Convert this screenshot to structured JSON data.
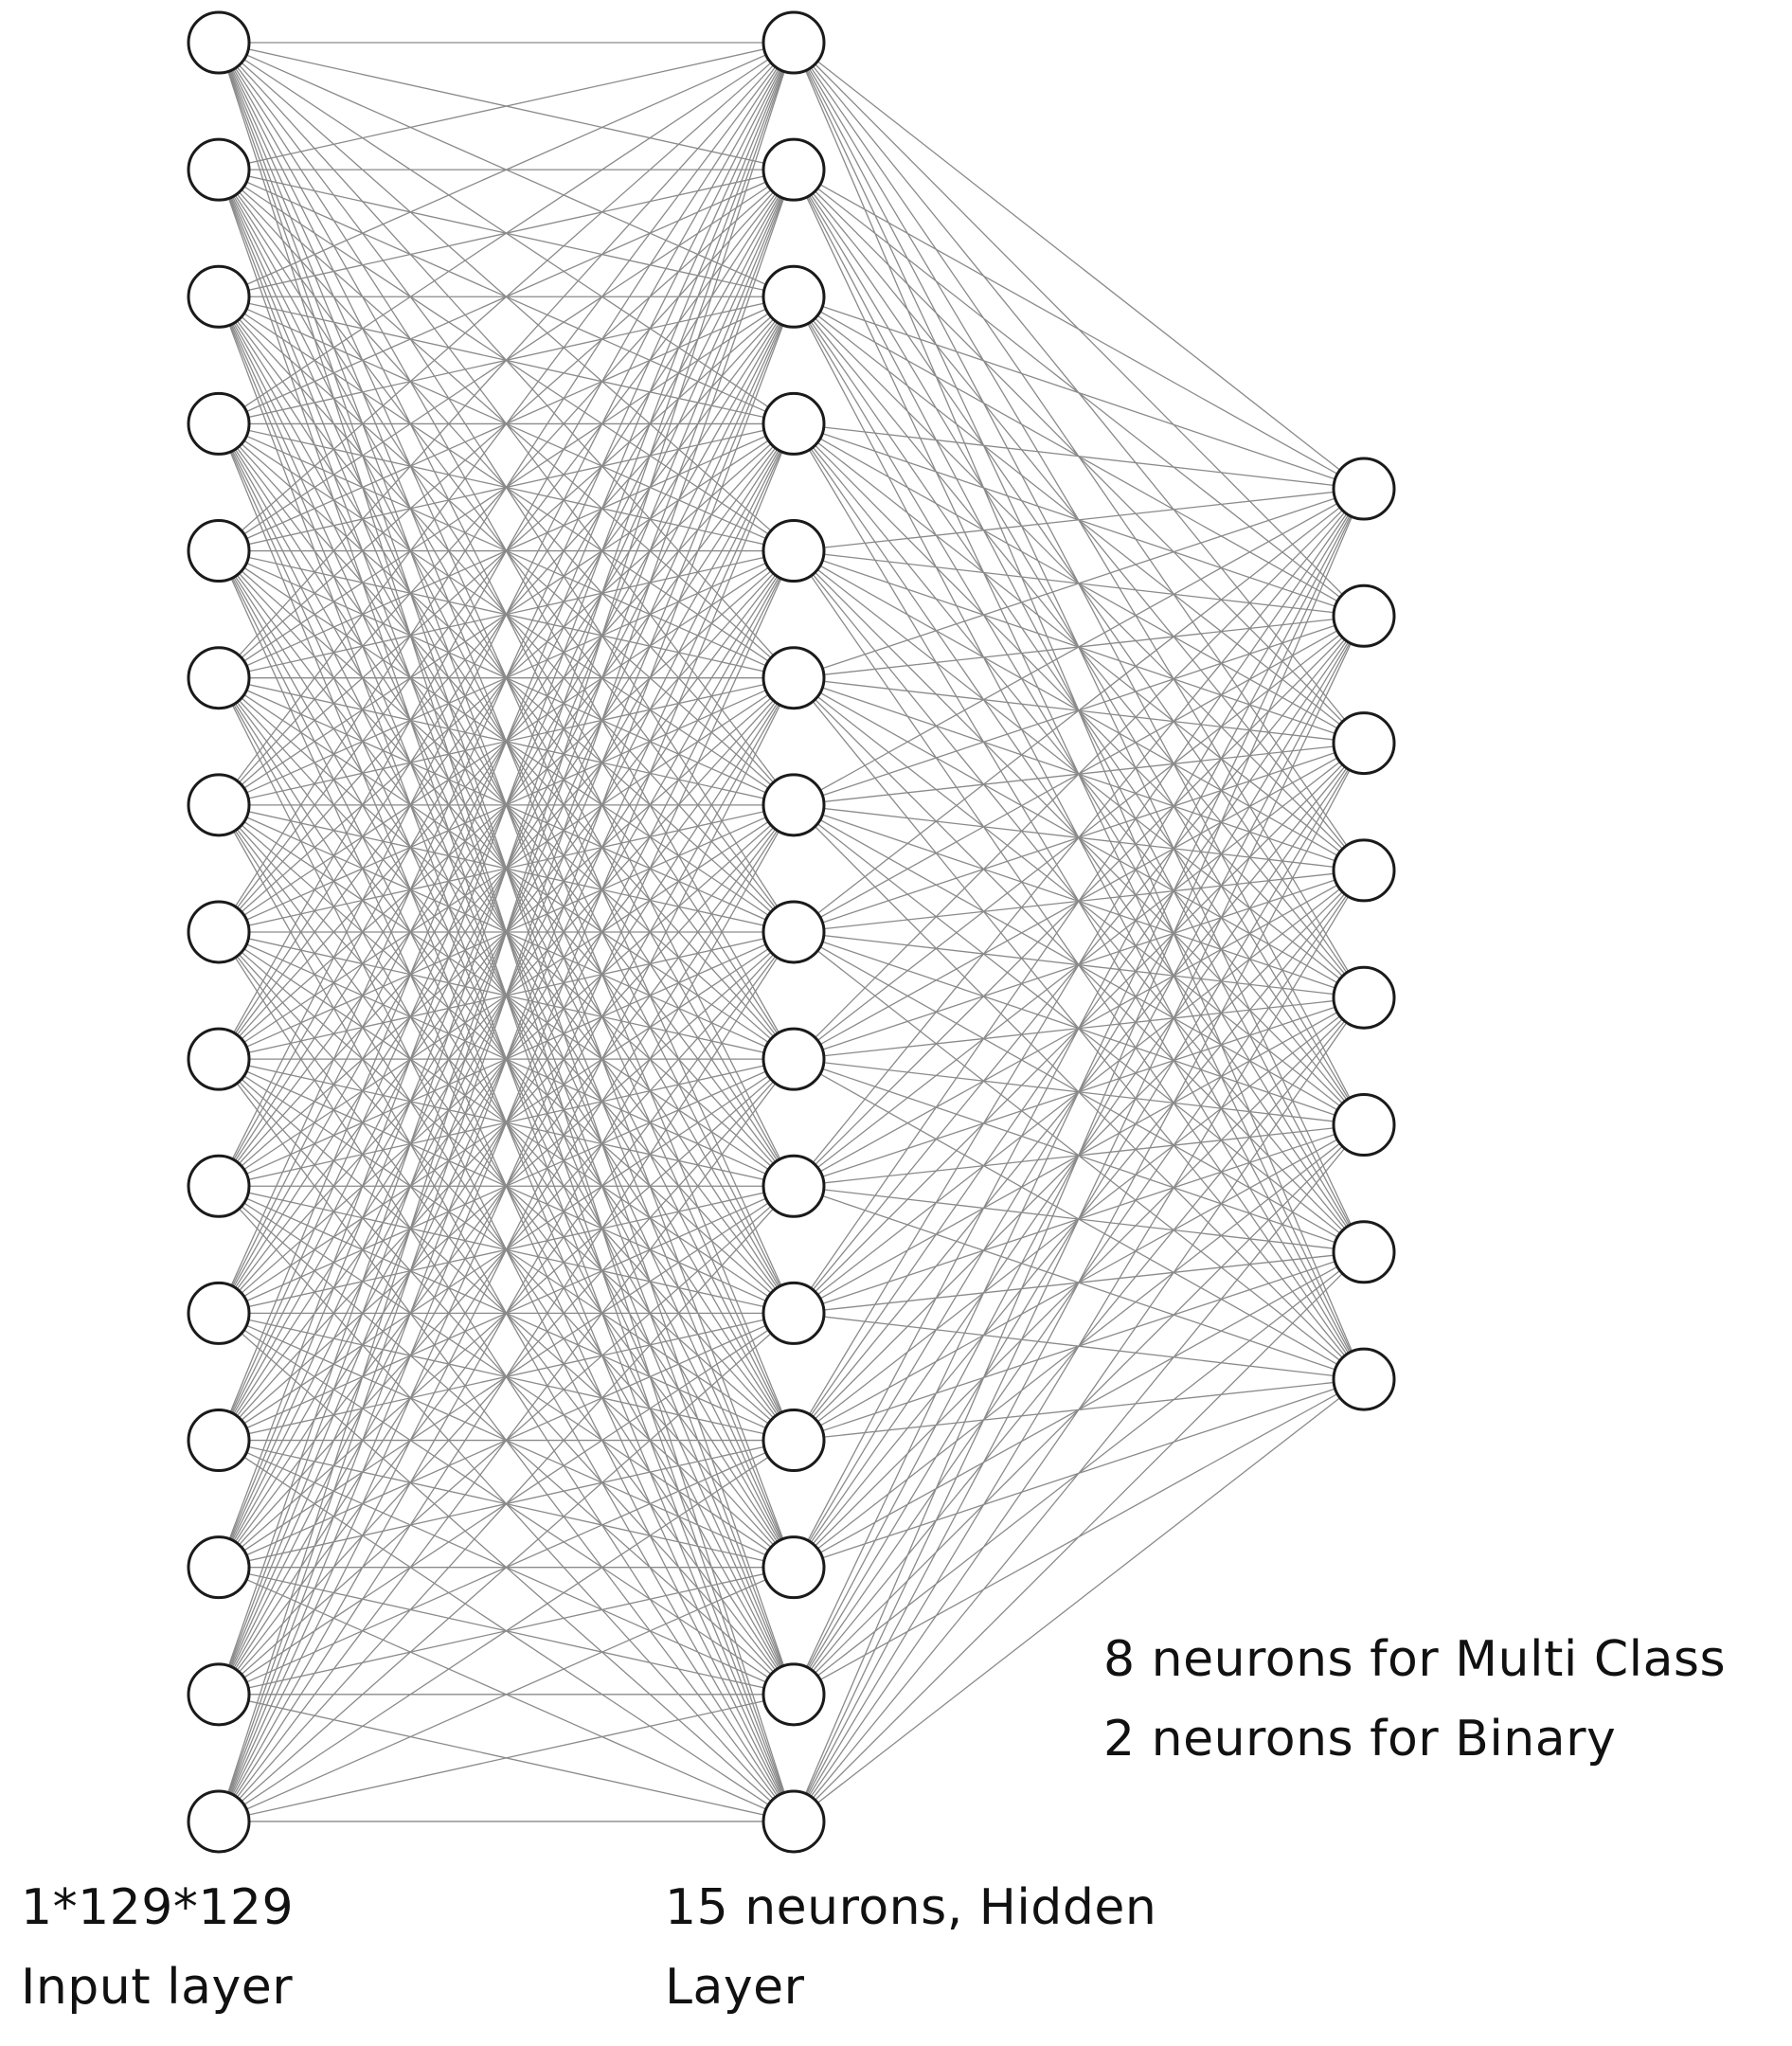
{
  "layers": [
    {
      "id": "input",
      "neurons": 15,
      "label_lines": [
        "1*129*129",
        "Input layer"
      ]
    },
    {
      "id": "hidden",
      "neurons": 15,
      "label_lines": [
        "15 neurons, Hidden",
        "Layer"
      ]
    },
    {
      "id": "output",
      "neurons": 8,
      "label_lines": [
        "8 neurons for Multi Class",
        "2 neurons for Binary"
      ]
    }
  ],
  "connectivity": "fully-connected",
  "colors": {
    "edge": "#8a8a8a",
    "node_stroke": "#1a1a1a",
    "node_fill": "#ffffff",
    "text": "#111111"
  }
}
